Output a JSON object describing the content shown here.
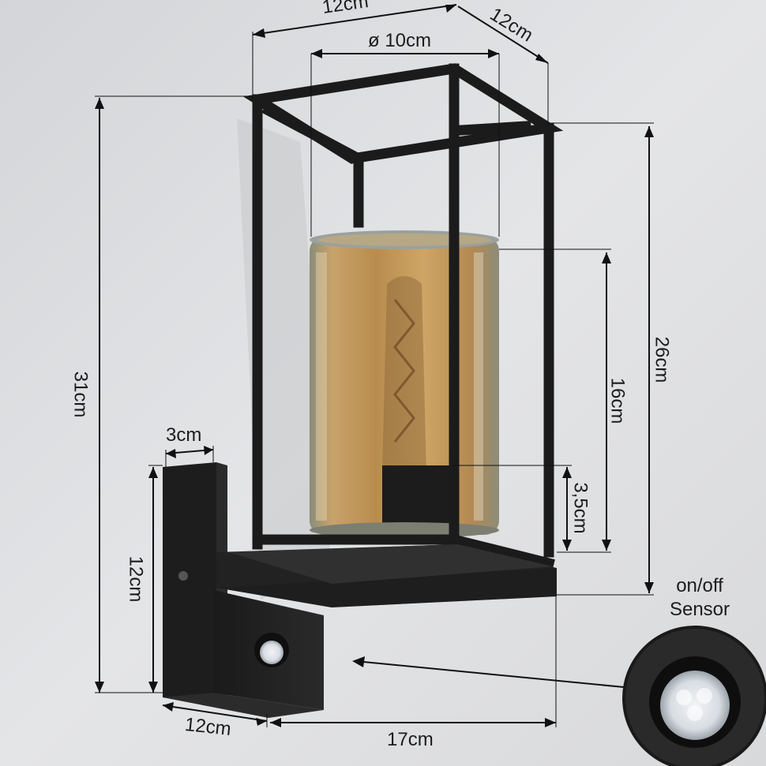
{
  "product_photo": {
    "subject": "wall-lamp-with-motion-sensor",
    "colors": {
      "background": "#dfe0e2",
      "frame": "#1b1b1b",
      "glass": "#c59a5a",
      "dimension_line": "#111111"
    }
  },
  "dimensions": {
    "top_width": "12cm",
    "top_depth": "12cm",
    "glass_diameter": "ø 10cm",
    "total_height": "31cm",
    "cage_height": "26cm",
    "glass_height": "16cm",
    "socket_height": "3,5cm",
    "base_thickness": "3cm",
    "base_height": "12cm",
    "base_width": "12cm",
    "base_depth": "17cm"
  },
  "sensor_note": {
    "line1": "on/off",
    "line2": "Sensor"
  }
}
